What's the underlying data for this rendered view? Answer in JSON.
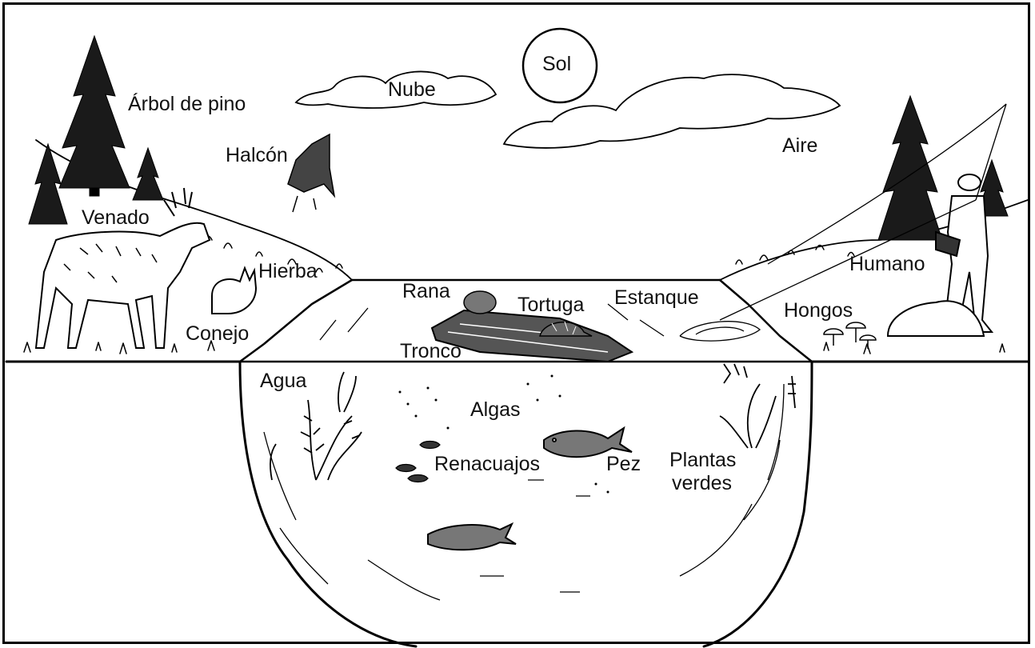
{
  "diagram": {
    "labels": {
      "sol": "Sol",
      "nube": "Nube",
      "arbol_de_pino": "Árbol de pino",
      "halcon": "Halcón",
      "aire": "Aire",
      "venado": "Venado",
      "hierba": "Hierba",
      "conejo": "Conejo",
      "rana": "Rana",
      "tortuga": "Tortuga",
      "estanque": "Estanque",
      "tronco": "Tronco",
      "humano": "Humano",
      "hongos": "Hongos",
      "agua": "Agua",
      "algas": "Algas",
      "renacuajos": "Renacuajos",
      "pez": "Pez",
      "plantas": "Plantas",
      "verdes": "verdes"
    }
  }
}
